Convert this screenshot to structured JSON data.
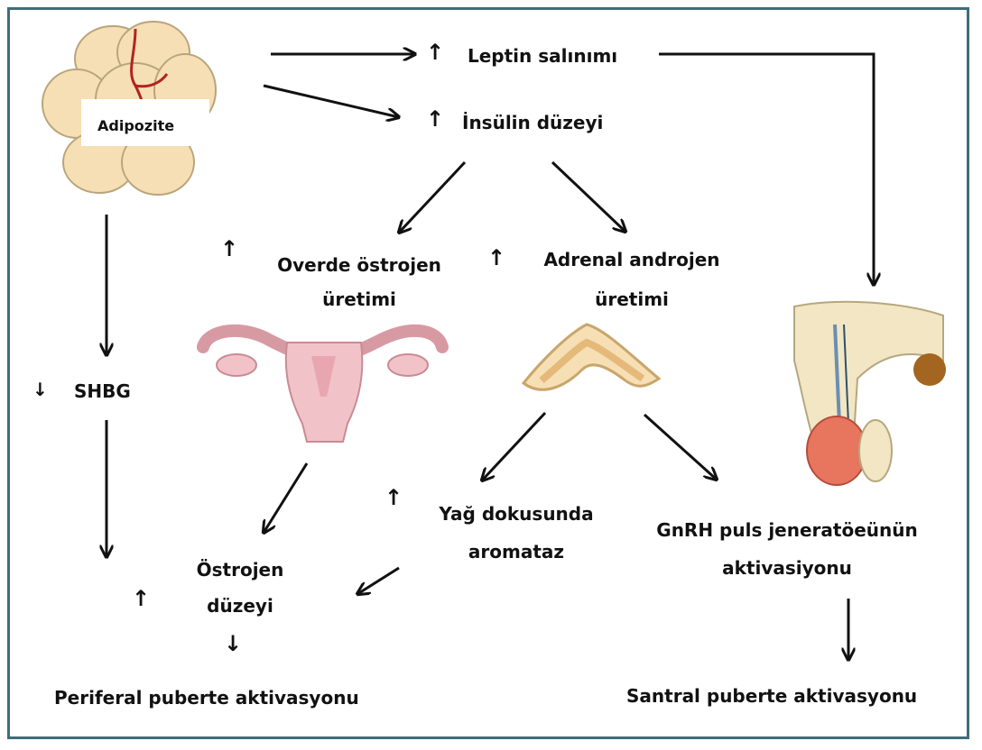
{
  "nodes": {
    "adipocyte": "Adipozite",
    "leptin": "Leptin salınımı",
    "insulin": "İnsülin düzeyi",
    "ovarian_estrogen_line1": "Overde östrojen",
    "ovarian_estrogen_line2": "üretimi",
    "adrenal_androgen_line1": "Adrenal androjen",
    "adrenal_androgen_line2": "üretimi",
    "shbg": "SHBG",
    "aromatase_line1": "Yağ dokusunda",
    "aromatase_line2": "aromataz",
    "gnrh_line1": "GnRH puls jeneratöeünün",
    "gnrh_line2": "aktivasiyonu",
    "estrogen_level_line1": "Östrojen",
    "estrogen_level_line2": "düzeyi",
    "peripheral": "Periferal puberte aktivasyonu",
    "central": "Santral puberte aktivasyonu"
  },
  "symbols": {
    "up": "↑",
    "down": "↓"
  },
  "colors": {
    "frame": "#3f6d7a",
    "arrow": "#111111",
    "tissue_fat": "#f6dfb4",
    "tissue_pink": "#f1c3c9",
    "brain": "#f2e6c4",
    "pituitary": "#e8755e"
  }
}
